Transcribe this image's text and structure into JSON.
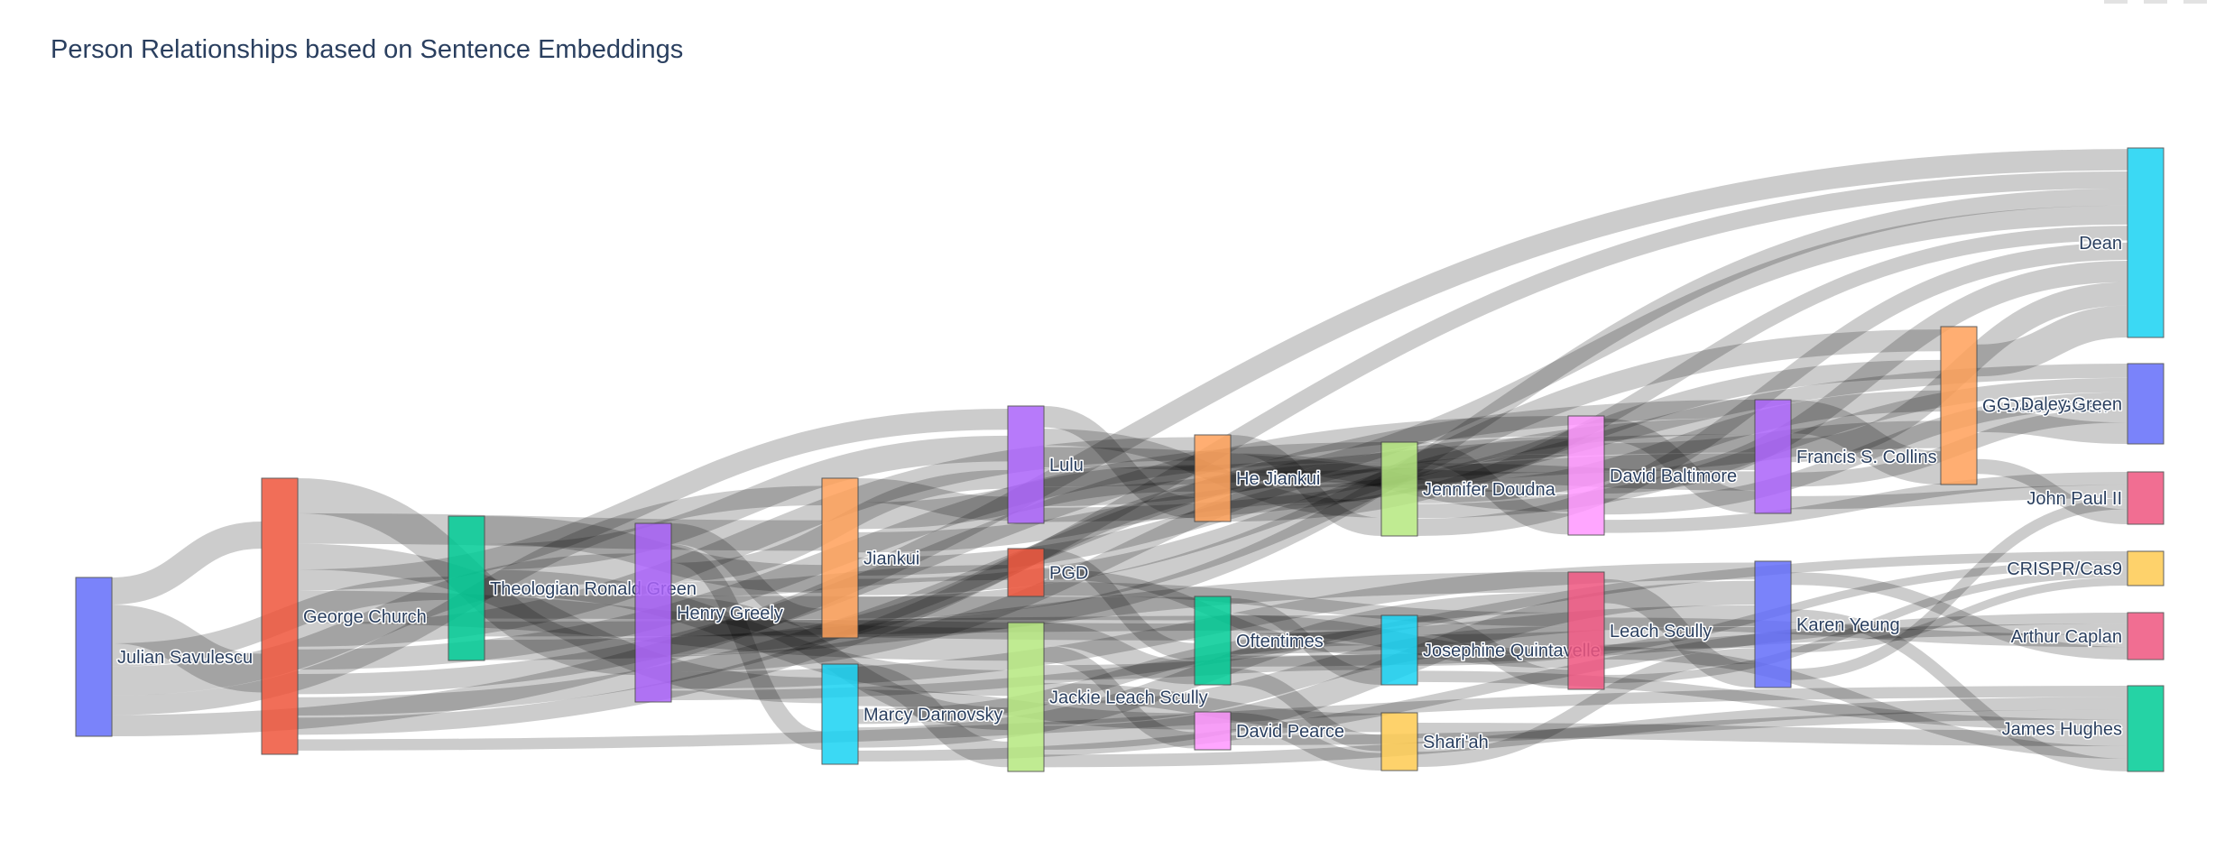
{
  "chart_data": {
    "type": "sankey",
    "title": "Person Relationships based on Sentence Embeddings",
    "nodes": [
      {
        "label": "Julian Savulescu",
        "color": "#636efa"
      },
      {
        "label": "George Church",
        "color": "#ef553b"
      },
      {
        "label": "Theologian Ronald Green",
        "color": "#00cc96"
      },
      {
        "label": "Henry Greely",
        "color": "#ab63fa"
      },
      {
        "label": "Jiankui",
        "color": "#ffa15a"
      },
      {
        "label": "Marcy Darnovsky",
        "color": "#19d3f3"
      },
      {
        "label": "Lulu",
        "color": "#ab63fa"
      },
      {
        "label": "PGD",
        "color": "#ef553b"
      },
      {
        "label": "Jackie Leach Scully",
        "color": "#b6e880"
      },
      {
        "label": "He Jiankui",
        "color": "#ffa15a"
      },
      {
        "label": "Oftentimes",
        "color": "#00cc96"
      },
      {
        "label": "David Pearce",
        "color": "#ff97ff"
      },
      {
        "label": "Jennifer Doudna",
        "color": "#b6e880"
      },
      {
        "label": "Josephine Quintavelle",
        "color": "#19d3f3"
      },
      {
        "label": "Shari'ah",
        "color": "#fecb52"
      },
      {
        "label": "David Baltimore",
        "color": "#ff97ff"
      },
      {
        "label": "Leach Scully",
        "color": "#ef5580"
      },
      {
        "label": "Francis S. Collins",
        "color": "#ab63fa"
      },
      {
        "label": "Karen Yeung",
        "color": "#636efa"
      },
      {
        "label": "G. Daley Green",
        "color": "#ffa15a"
      },
      {
        "label": "Dean",
        "color": "#19d3f3"
      },
      {
        "label": "G. Daley Green",
        "color": "#636efa"
      },
      {
        "label": "John Paul II",
        "color": "#ef5580"
      },
      {
        "label": "CRISPR/Cas9",
        "color": "#fecb52"
      },
      {
        "label": "Arthur Caplan",
        "color": "#ef5580"
      },
      {
        "label": "James Hughes",
        "color": "#00cc96"
      }
    ]
  }
}
